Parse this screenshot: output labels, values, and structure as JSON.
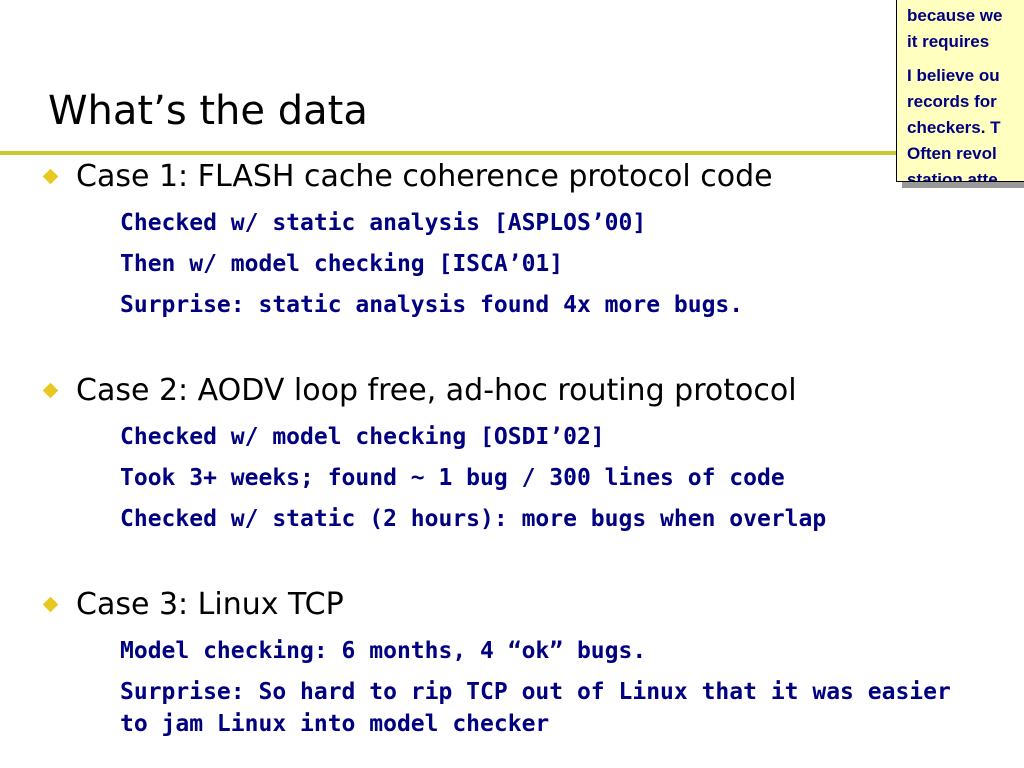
{
  "slide": {
    "title": "What’s the data"
  },
  "note": {
    "paragraphs": [
      {
        "lines": [
          "because we",
          "it requires"
        ]
      },
      {
        "lines": [
          "I believe ou",
          "records for",
          "checkers. T",
          "Often revol",
          "station atte"
        ]
      }
    ]
  },
  "bullets": [
    {
      "text": "Case 1: FLASH cache coherence protocol code",
      "subs": [
        "Checked w/ static analysis [ASPLOS’00]",
        "Then w/ model checking [ISCA’01]",
        "Surprise: static analysis found 4x more bugs."
      ]
    },
    {
      "text": "Case 2: AODV loop free, ad-hoc routing protocol",
      "subs": [
        "Checked w/ model checking [OSDI’02]",
        "Took 3+ weeks; found ~ 1 bug / 300 lines of code",
        "Checked w/ static (2 hours): more bugs when overlap"
      ]
    },
    {
      "text": "Case 3: Linux TCP",
      "subs": [
        "Model checking: 6 months, 4 “ok” bugs.",
        "Surprise: So hard to rip TCP out of Linux that it was easier to jam Linux into model checker"
      ]
    }
  ],
  "colors": {
    "accent_rule": "#c8c832",
    "bullet_diamond": "#e6c81e",
    "sub_text": "#000080",
    "note_background": "#ffffc0"
  }
}
